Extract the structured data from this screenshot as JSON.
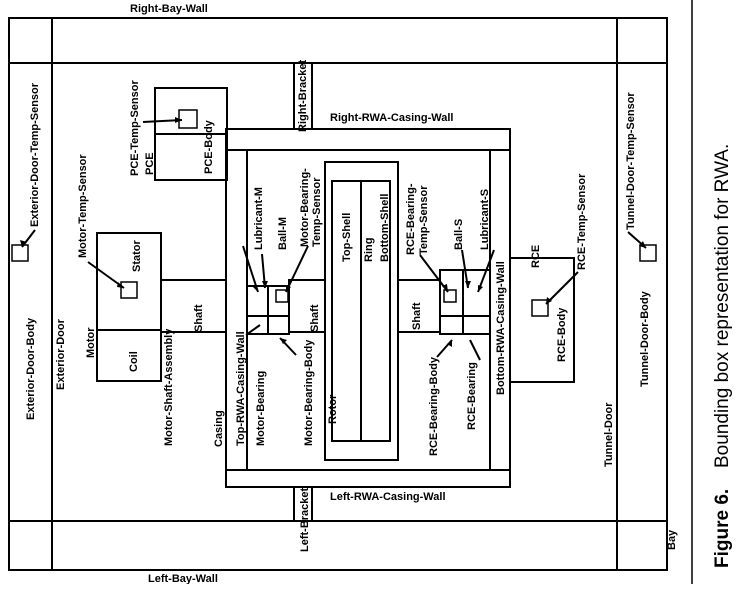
{
  "labels": {
    "right_bay_wall": "Right-Bay-Wall",
    "left_bay_wall": "Left-Bay-Wall",
    "exterior_door_temp_sensor": "Exterior-Door-Temp-Sensor",
    "exterior_door_body": "Exterior-Door-Body",
    "exterior_door": "Exterior-Door",
    "tunnel_door_temp_sensor": "Tunnel-Door-Temp-Sensor",
    "tunnel_door_body": "Tunnel-Door-Body",
    "tunnel_door": "Tunnel-Door",
    "bay": "Bay",
    "pce_temp_sensor": "PCE-Temp-Sensor",
    "pce_body": "PCE-Body",
    "pce": "PCE",
    "right_bracket": "Right-Bracket",
    "left_bracket": "Left-Bracket",
    "right_rwa_casing_wall": "Right-RWA-Casing-Wall",
    "left_rwa_casing_wall": "Left-RWA-Casing-Wall",
    "top_rwa_casing_wall": "Top-RWA-Casing-Wall",
    "bottom_rwa_casing_wall": "Bottom-RWA-Casing-Wall",
    "casing": "Casing",
    "motor_temp_sensor": "Motor-Temp-Sensor",
    "stator": "Stator",
    "coil": "Coil",
    "motor": "Motor",
    "motor_shaft_assembly": "Motor-Shaft-Assembly",
    "shaft": "Shaft",
    "lubricant_m": "Lubricant-M",
    "ball_m": "Ball-M",
    "motor_bearing_temp_sensor_1": "Motor-Bearing-",
    "motor_bearing_temp_sensor_2": "Temp-Sensor",
    "motor_bearing": "Motor-Bearing",
    "motor_bearing_body": "Motor-Bearing-Body",
    "top_shell": "Top-Shell",
    "ring": "Ring",
    "bottom_shell": "Bottom-Shell",
    "rotor": "Rotor",
    "rce_bearing_temp_sensor_1": "RCE-Bearing-",
    "rce_bearing_temp_sensor_2": "Temp-Sensor",
    "ball_s": "Ball-S",
    "lubricant_s": "Lubricant-S",
    "rce_bearing_body": "RCE-Bearing-Body",
    "rce_bearing": "RCE-Bearing",
    "rce": "RCE",
    "rce_temp_sensor": "RCE-Temp-Sensor",
    "rce_body": "RCE-Body"
  },
  "caption": {
    "figure": "Figure 6.",
    "text": "Bounding box representation for RWA."
  }
}
